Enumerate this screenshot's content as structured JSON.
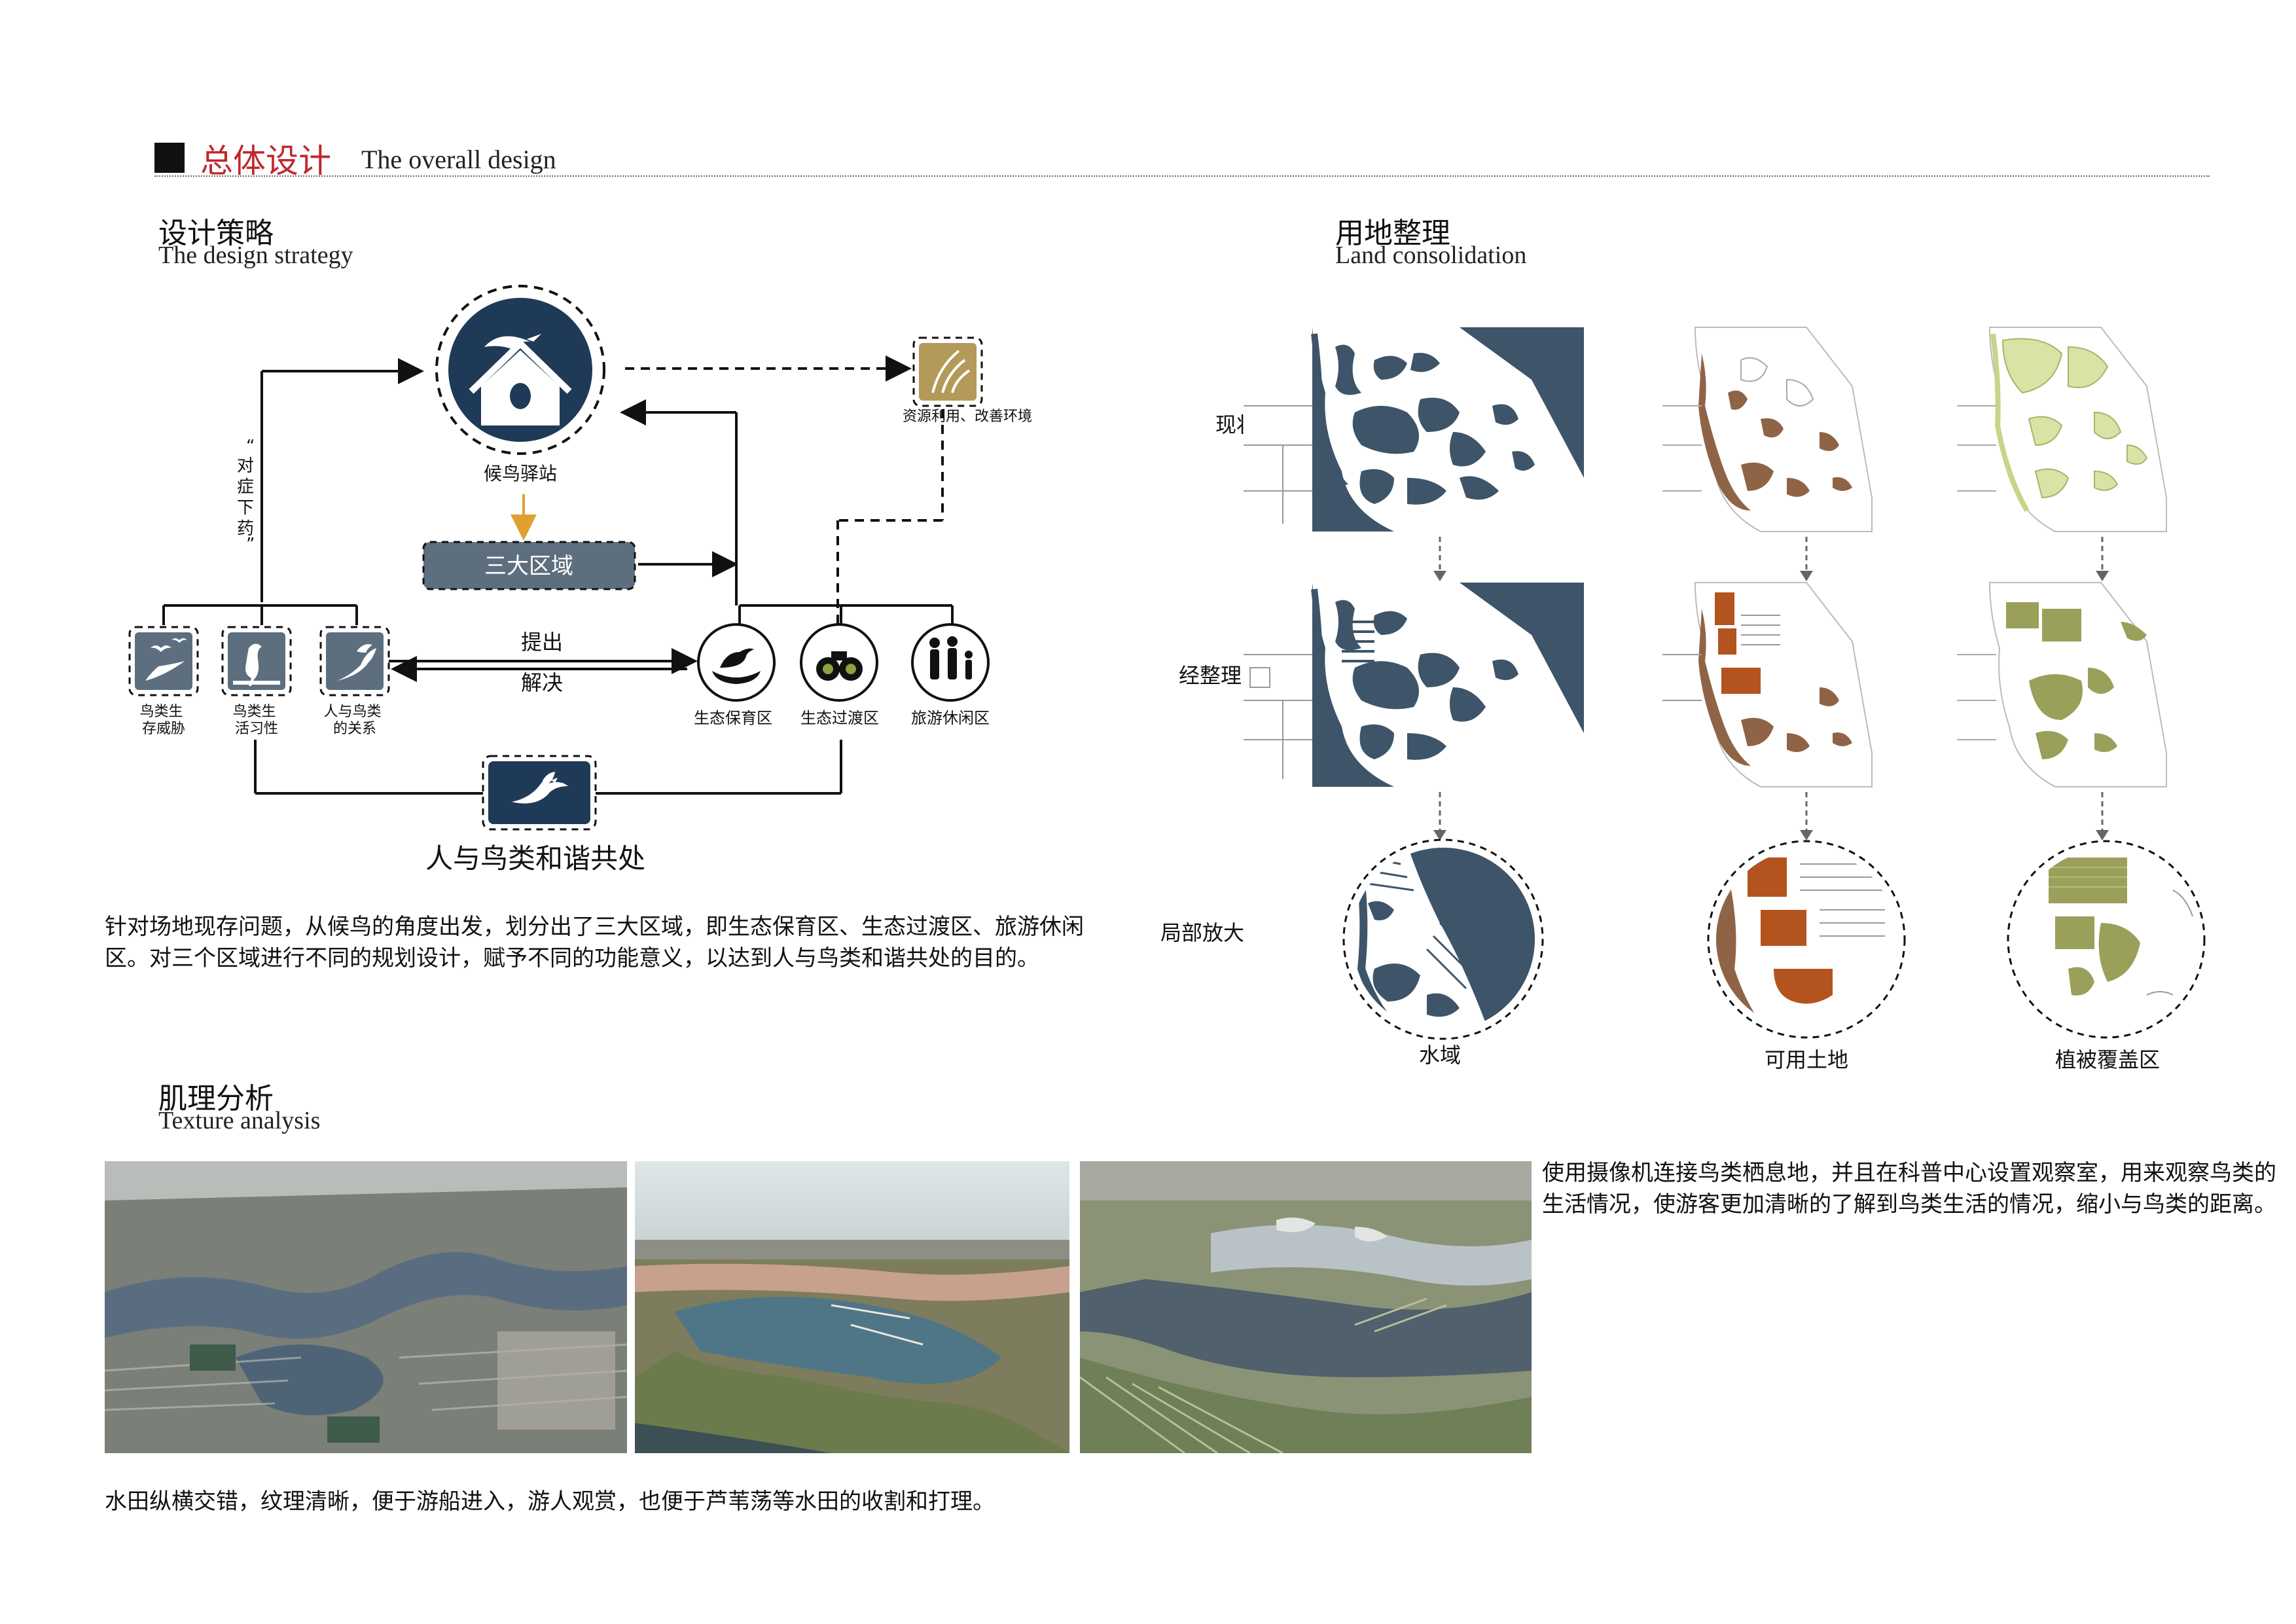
{
  "header": {
    "title_cn": "总体设计",
    "title_en": "The overall design"
  },
  "strategy": {
    "title_cn": "设计策略",
    "title_en": "The design strategy",
    "hub_label": "候鸟驿站",
    "three_zones_label": "三大区域",
    "vertical_note": "“对症下药”",
    "resource_label": "资源利用、改善环境",
    "propose_label": "提出",
    "solve_label": "解决",
    "left_items": [
      {
        "label_l1": "鸟类生",
        "label_l2": "存威胁",
        "icon": "flying-birds-icon"
      },
      {
        "label_l1": "鸟类生",
        "label_l2": "活习性",
        "icon": "heron-icon"
      },
      {
        "label_l1": "人与鸟类",
        "label_l2": "的关系",
        "icon": "hand-bird-icon"
      }
    ],
    "right_items": [
      {
        "label": "生态保育区",
        "icon": "nest-bird-icon"
      },
      {
        "label": "生态过渡区",
        "icon": "binoculars-icon"
      },
      {
        "label": "旅游休闲区",
        "icon": "family-icon"
      }
    ],
    "harmony_label": "人与鸟类和谐共处",
    "description": "针对场地现存问题，从候鸟的角度出发，划分出了三大区域，即生态保育区、生态过渡区、旅游休闲区。对三个区域进行不同的规划设计，赋予不同的功能意义，以达到人与鸟类和谐共处的目的。"
  },
  "land": {
    "title_cn": "用地整理",
    "title_en": "Land consolidation",
    "rows": [
      "现状",
      "经整理",
      "局部放大"
    ],
    "columns": [
      "水域",
      "可用土地",
      "植被覆盖区"
    ],
    "colors": {
      "water": "#3e5468",
      "land": "#8f6446",
      "land_zoom": "#b3541e",
      "veg": "#c6d58a",
      "veg_dark": "#9aa05a"
    }
  },
  "texture": {
    "title_cn": "肌理分析",
    "title_en": "Texture analysis",
    "side_text": "使用摄像机连接鸟类栖息地，并且在科普中心设置观察室，用来观察鸟类的生活情况，使游客更加清晰的了解到鸟类生活的情况，缩小与鸟类的距离。",
    "caption": "水田纵横交错，纹理清晰，便于游船进入，游人观赏，也便于芦苇荡等水田的收割和打理。"
  }
}
